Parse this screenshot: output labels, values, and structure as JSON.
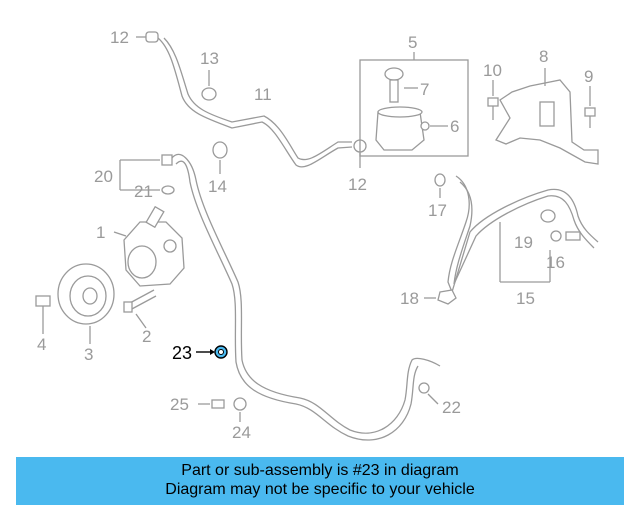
{
  "labels": {
    "l1": "1",
    "l2": "2",
    "l3": "3",
    "l4": "4",
    "l5": "5",
    "l6": "6",
    "l7": "7",
    "l8": "8",
    "l9": "9",
    "l10": "10",
    "l11": "11",
    "l12a": "12",
    "l12b": "12",
    "l13": "13",
    "l14": "14",
    "l15": "15",
    "l16": "16",
    "l17": "17",
    "l18": "18",
    "l19": "19",
    "l20": "20",
    "l21": "21",
    "l22": "22",
    "l23": "23",
    "l24": "24",
    "l25": "25"
  },
  "highlight": {
    "part": "23",
    "color": "#4ab9ef"
  },
  "banner": {
    "line1": "Part or sub-assembly is #23 in diagram",
    "line2": "Diagram may not be specific to your vehicle",
    "color": "#4ab9ef"
  }
}
